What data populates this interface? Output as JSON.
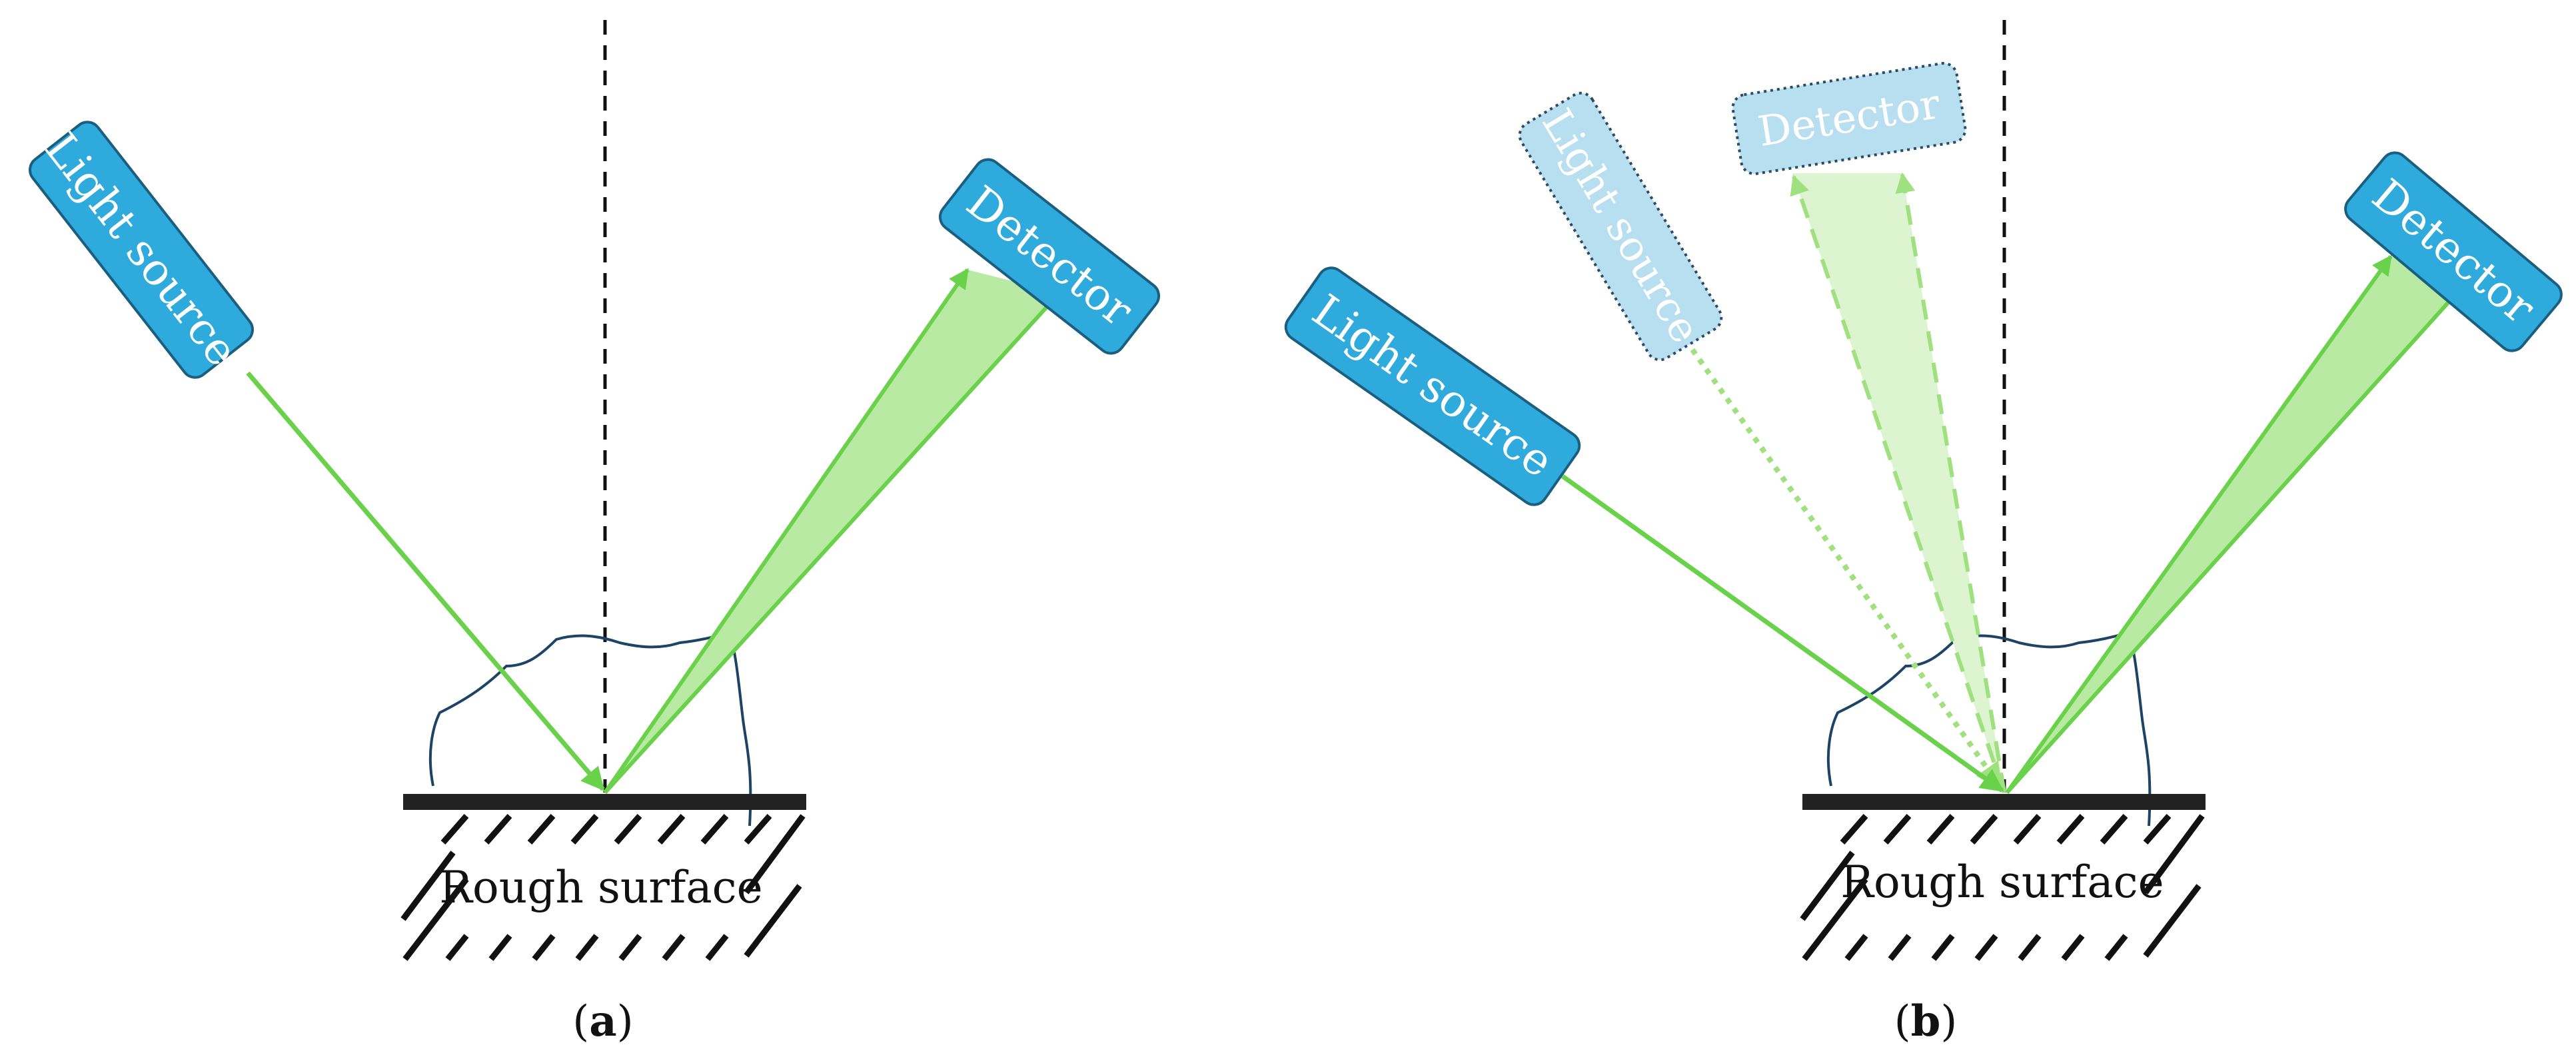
{
  "colors": {
    "device_fill": "#2eabdc",
    "device_stroke": "#1b5f80",
    "device_faint_fill": "#b8dff0",
    "device_faint_stroke": "#2a4a66",
    "ray": "#6ad14a",
    "cone": "#b9eaa3",
    "cone_faint": "#dcf4cf",
    "surface": "#222222",
    "rough_outline": "#1d4466",
    "normal_line": "#111111"
  },
  "panel_a": {
    "light_source_label": "Light source",
    "detector_label": "Detector",
    "surface_label": "Rough surface",
    "caption_open": "(",
    "caption_letter": "a",
    "caption_close": ")"
  },
  "panel_b": {
    "light_source_label": "Light source",
    "detector_label": "Detector",
    "light_source_faint_label": "Light source",
    "detector_faint_label": "Detector",
    "surface_label": "Rough surface",
    "caption_open": "(",
    "caption_letter": "b",
    "caption_close": ")"
  }
}
